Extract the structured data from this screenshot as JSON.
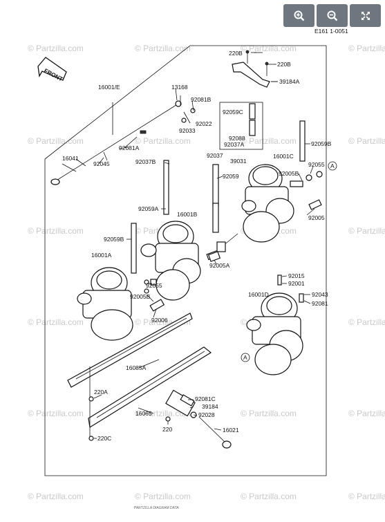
{
  "toolbar": {
    "zoom_in_icon": "zoom-in-icon",
    "zoom_out_icon": "zoom-out-icon",
    "fullscreen_icon": "fullscreen-icon"
  },
  "diagram": {
    "ref_code": "E161 1-0051",
    "front_label": "FRONT",
    "watermark": "© Partzilla.com",
    "footer_text": "PARTZILLA DIAGRAM DATA",
    "parts": {
      "p220B_a": "220B",
      "p220B_b": "220B",
      "p39184A": "39184A",
      "p16001E": "16001/E",
      "p13168": "13168",
      "p92081B": "92081B",
      "p92022": "92022",
      "p92033": "92033",
      "p92059C": "92059C",
      "p92088": "92088",
      "p92037A": "92037A",
      "p92059B_r": "92059B",
      "p92037": "92037",
      "p39031": "39031",
      "p16001C": "16001C",
      "p92081A": "92081A",
      "p16041": "16041",
      "p92045": "92045",
      "p92037B": "92037B",
      "p92055_r": "92055",
      "p92005B_r": "92005B",
      "p92059": "92059",
      "p92005": "92005",
      "p92059A": "92059A",
      "p16001B": "16001B",
      "p92059B_l": "92059B",
      "p92005A": "92005A",
      "p16001A": "16001A",
      "p92055_l": "92055",
      "p92005B_l": "92005B",
      "p92006": "92006",
      "p92015": "92015",
      "p92001": "92001",
      "p16001D": "16001D",
      "p92043": "92043",
      "p92081": "92081",
      "p16085A": "16085A",
      "p220A": "220A",
      "p92081C": "92081C",
      "p39184": "39184",
      "p16065": "16065",
      "p92028": "92028",
      "p220": "220",
      "p16021": "16021",
      "p220C": "220C",
      "ref_A": "A"
    }
  }
}
